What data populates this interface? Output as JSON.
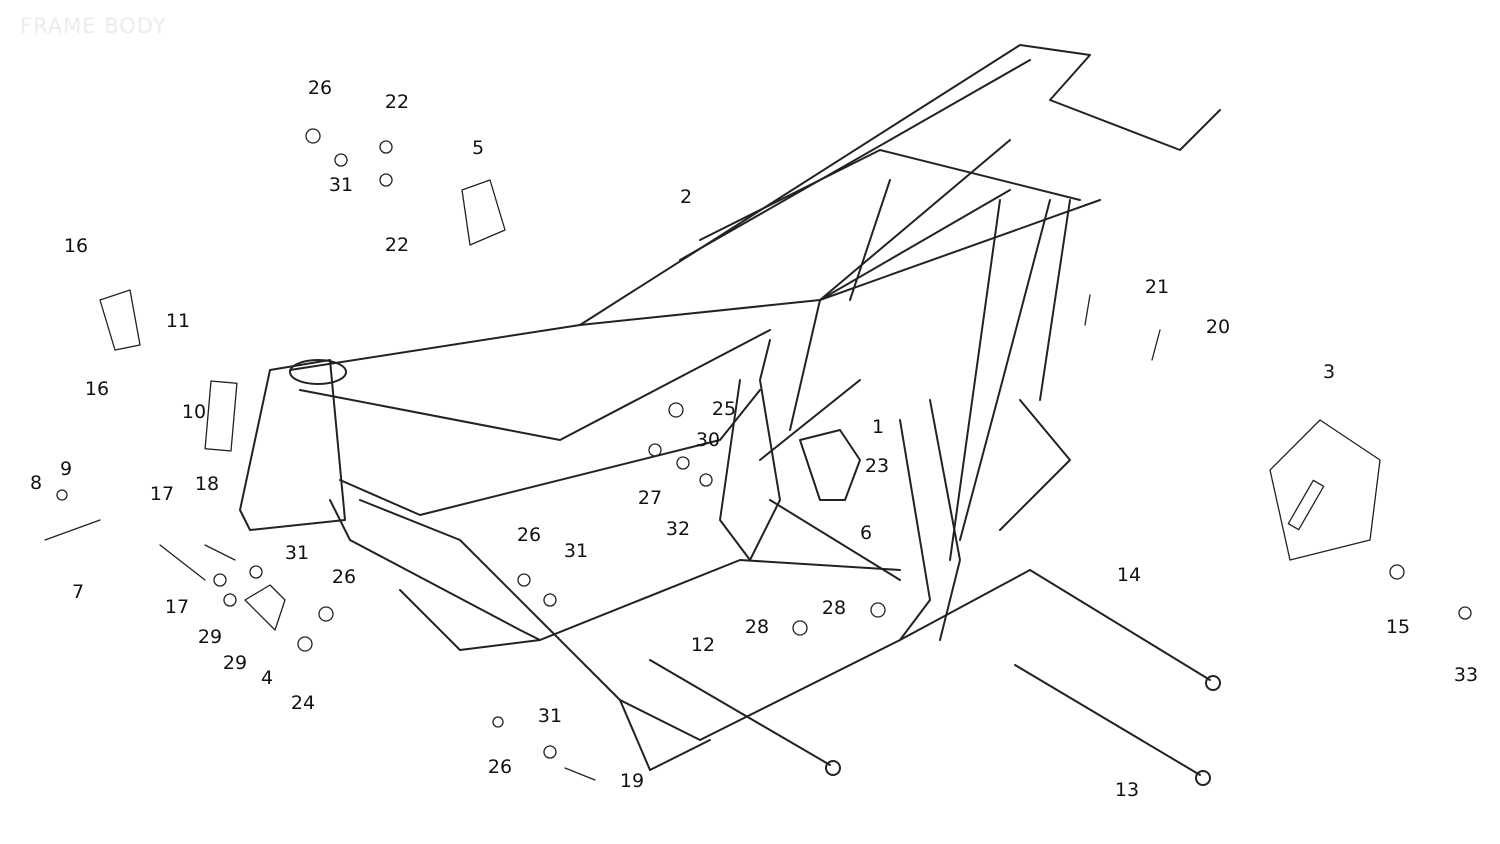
{
  "title": "FRAME BODY",
  "callouts": [
    "26",
    "22",
    "31",
    "22",
    "5",
    "2",
    "16",
    "11",
    "16",
    "10",
    "21",
    "20",
    "3",
    "25",
    "30",
    "1",
    "23",
    "27",
    "32",
    "8",
    "9",
    "17",
    "18",
    "6",
    "26",
    "31",
    "31",
    "7",
    "17",
    "26",
    "14",
    "28",
    "28",
    "29",
    "29",
    "4",
    "24",
    "12",
    "15",
    "33",
    "31",
    "26",
    "19",
    "13"
  ]
}
